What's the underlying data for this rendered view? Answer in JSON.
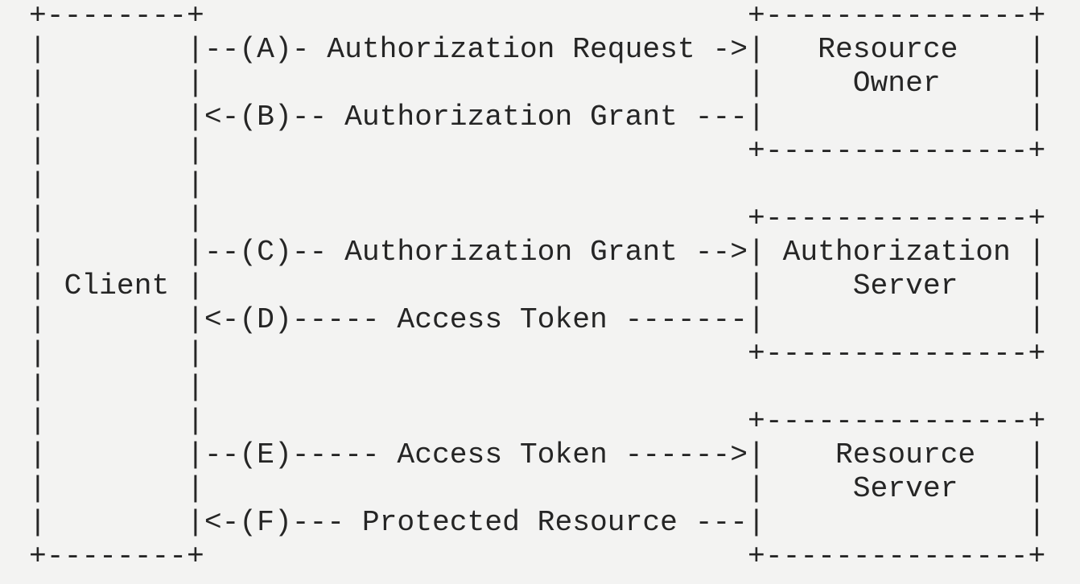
{
  "diagram": {
    "lines": [
      "+--------+                               +---------------+",
      "|        |--(A)- Authorization Request ->|   Resource    |",
      "|        |                               |     Owner     |",
      "|        |<-(B)-- Authorization Grant ---|               |",
      "|        |                               +---------------+",
      "|        |",
      "|        |                               +---------------+",
      "|        |--(C)-- Authorization Grant -->| Authorization |",
      "| Client |                               |     Server    |",
      "|        |<-(D)----- Access Token -------|               |",
      "|        |                               +---------------+",
      "|        |",
      "|        |                               +---------------+",
      "|        |--(E)----- Access Token ------>|    Resource   |",
      "|        |                               |     Server    |",
      "|        |<-(F)--- Protected Resource ---|               |",
      "+--------+                               +---------------+"
    ]
  }
}
